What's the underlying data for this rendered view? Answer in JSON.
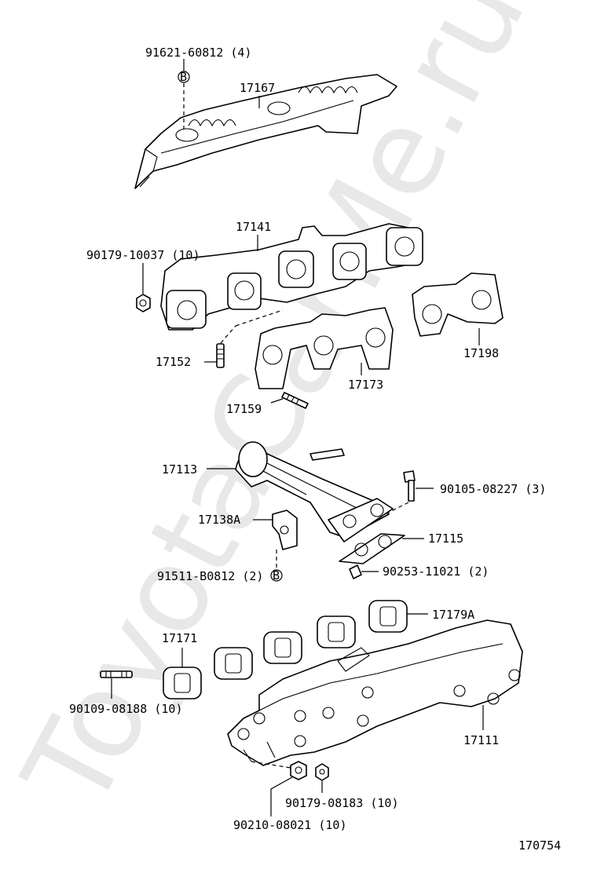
{
  "watermark": "ToyotaCarMe.ru",
  "diagram_id": "170754",
  "labels": {
    "p91621": "91621-60812 (4)",
    "p17167": "17167",
    "p17141": "17141",
    "p90179a": "90179-10037 (10)",
    "p17152": "17152",
    "p17173": "17173",
    "p17198": "17198",
    "p17159": "17159",
    "p17113": "17113",
    "p90105": "90105-08227 (3)",
    "p17138A": "17138A",
    "p17115": "17115",
    "p91511": "91511-B0812 (2)",
    "p90253": "90253-11021 (2)",
    "p17179A": "17179A",
    "p17171": "17171",
    "p90109": "90109-08188 (10)",
    "p17111": "17111",
    "p90179b": "90179-08183 (10)",
    "p90210": "90210-08021 (10)"
  },
  "bolt_symbol": "B"
}
